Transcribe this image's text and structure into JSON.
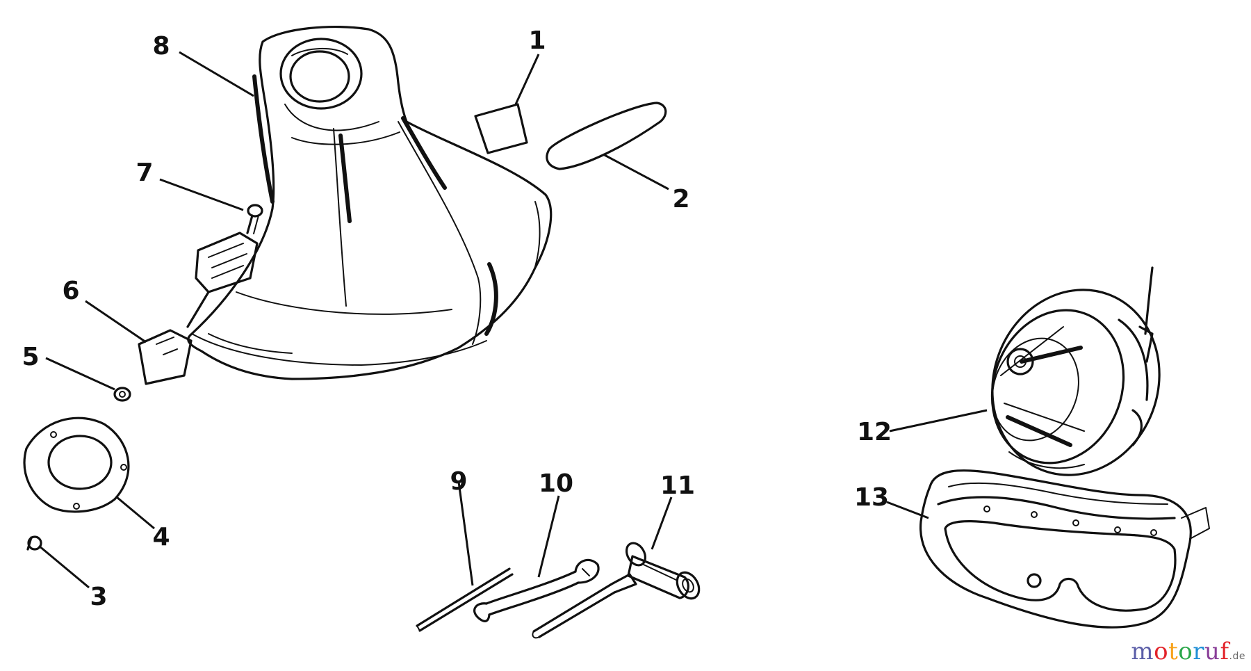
{
  "parts": [
    {
      "id": "label-1",
      "number": "1"
    },
    {
      "id": "label-2",
      "number": "2"
    },
    {
      "id": "label-3",
      "number": "3"
    },
    {
      "id": "label-4",
      "number": "4"
    },
    {
      "id": "label-5",
      "number": "5"
    },
    {
      "id": "label-6",
      "number": "6"
    },
    {
      "id": "label-7",
      "number": "7"
    },
    {
      "id": "label-8",
      "number": "8"
    },
    {
      "id": "label-9",
      "number": "9"
    },
    {
      "id": "label-10",
      "number": "10"
    },
    {
      "id": "label-11",
      "number": "11"
    },
    {
      "id": "label-12",
      "number": "12"
    },
    {
      "id": "label-13",
      "number": "13"
    }
  ],
  "watermark": {
    "brand": "motoruf",
    "suffix": ".de",
    "letter_colors": [
      "#5b5ea8",
      "#e2232a",
      "#f7a21b",
      "#2aa74a",
      "#1f8fd6",
      "#8a3f98",
      "#e2232a"
    ]
  }
}
